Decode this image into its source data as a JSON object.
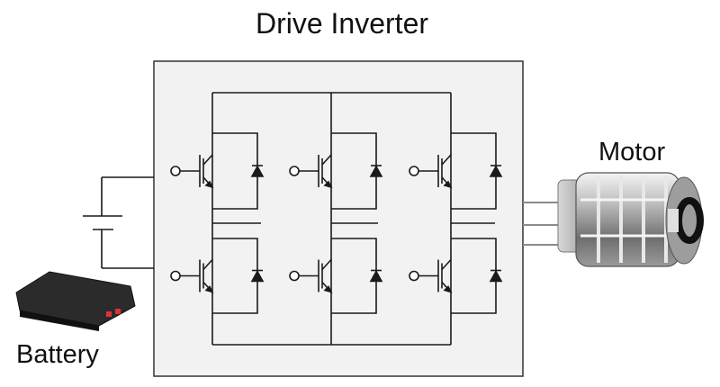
{
  "diagram": {
    "title": "Drive Inverter",
    "motor_label": "Motor",
    "battery_label": "Battery",
    "switches": {
      "rows": 2,
      "legs": 3,
      "device": "igbt-with-antiparallel-diode"
    },
    "colors": {
      "line": "#1a1a1a",
      "box_fill": "#f2f2f2",
      "box_stroke": "#333333"
    }
  }
}
